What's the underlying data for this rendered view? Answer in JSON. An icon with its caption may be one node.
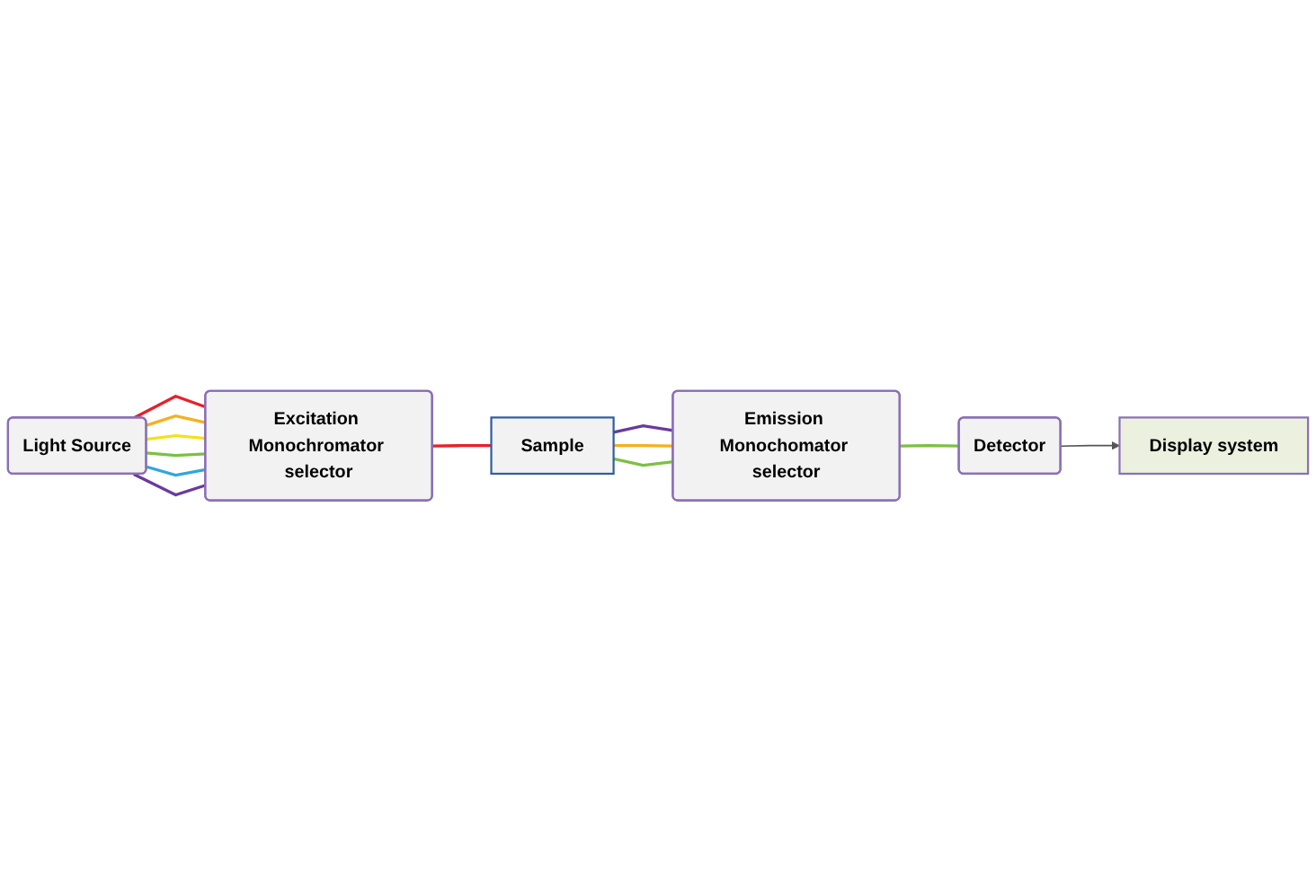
{
  "diagram": {
    "nodes": [
      {
        "text": [
          "Light Source"
        ]
      },
      {
        "text": [
          "Excitation Monochromator selector"
        ]
      },
      {
        "text": [
          "Sample"
        ]
      },
      {
        "text": [
          "Emission Monochomator selector"
        ]
      },
      {
        "text": [
          "Detector"
        ]
      },
      {
        "text": [
          "Display system"
        ]
      }
    ],
    "edges": [
      {
        "from": 0,
        "to": 1,
        "arrow": "none",
        "color": "#e8202a"
      },
      {
        "from": 0,
        "to": 1,
        "arrow": "none",
        "color": "#f5b01e"
      },
      {
        "from": 0,
        "to": 1,
        "arrow": "none",
        "color": "#f2e21a"
      },
      {
        "from": 0,
        "to": 1,
        "arrow": "none",
        "color": "#7cc043"
      },
      {
        "from": 0,
        "to": 1,
        "arrow": "none",
        "color": "#2fa6dd"
      },
      {
        "from": 0,
        "to": 1,
        "arrow": "none",
        "color": "#6a3a9c"
      },
      {
        "from": 1,
        "to": 2,
        "arrow": "none",
        "color": "#e8202a"
      },
      {
        "from": 2,
        "to": 3,
        "arrow": "none",
        "color": "#6a3a9c"
      },
      {
        "from": 2,
        "to": 3,
        "arrow": "none",
        "color": "#f5b01e"
      },
      {
        "from": 2,
        "to": 3,
        "arrow": "none",
        "color": "#7cc043"
      },
      {
        "from": 3,
        "to": 4,
        "arrow": "none",
        "color": "#7cc043"
      },
      {
        "from": 4,
        "to": 5,
        "arrow": "to",
        "color": "#555555"
      }
    ]
  }
}
